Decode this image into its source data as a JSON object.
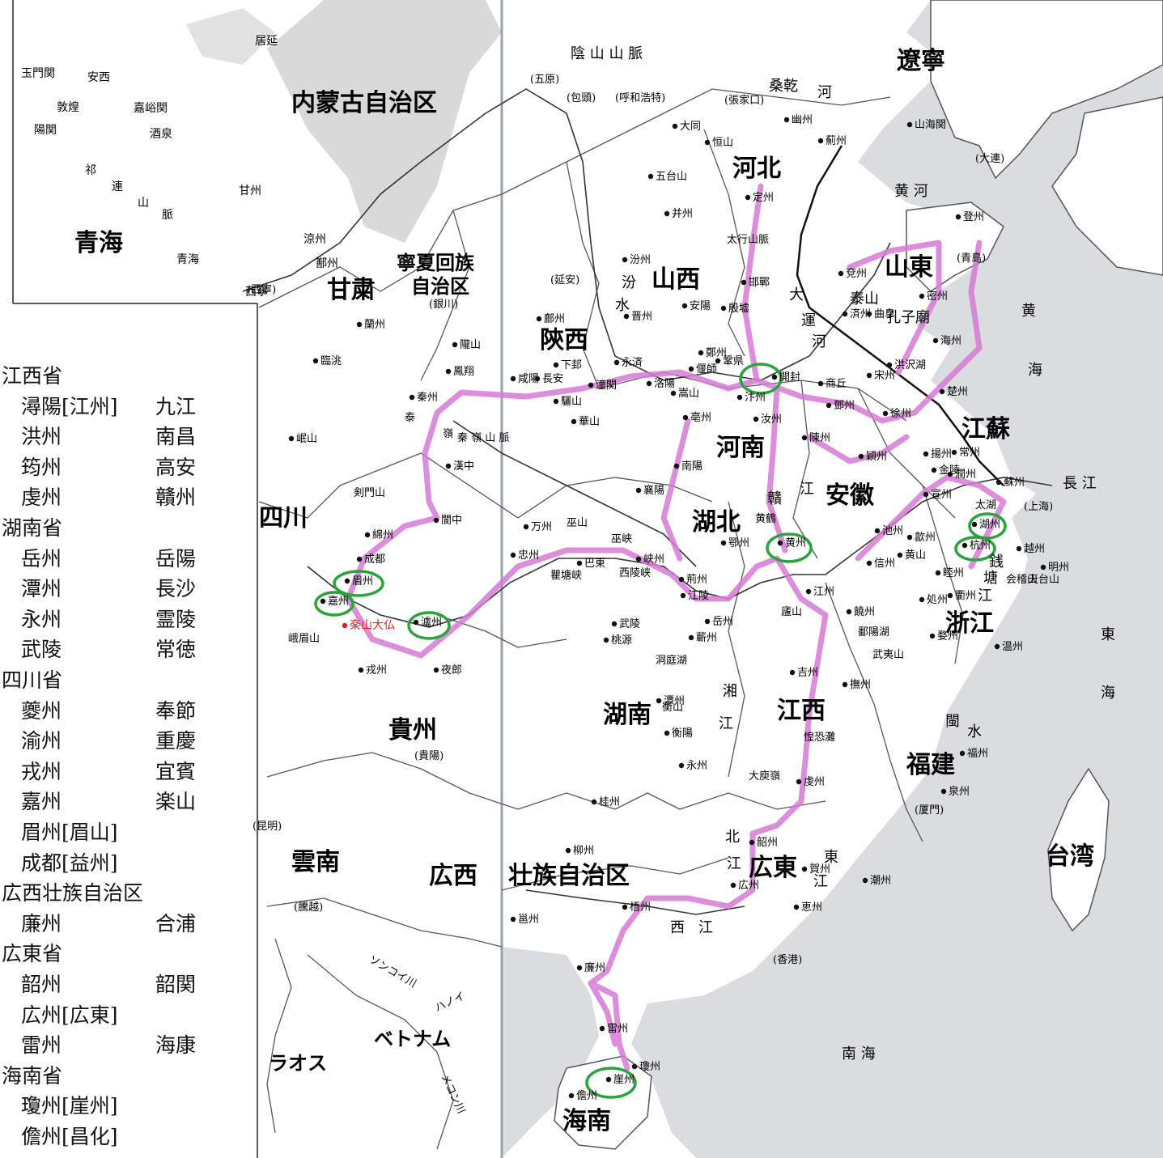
{
  "inset": {
    "labels": [
      "玉門関",
      "安西",
      "敦煌",
      "陽関",
      "嘉峪関",
      "酒泉",
      "居延",
      "祁",
      "連",
      "山",
      "脈",
      "青海",
      "甘州",
      "涼州",
      "鄯州",
      "青海",
      "西寧"
    ]
  },
  "provinces": [
    "内蒙古自治区",
    "遼寧",
    "河北",
    "山西",
    "山東",
    "甘粛",
    "寧夏回族",
    "自治区",
    "陝西",
    "河南",
    "江蘇",
    "安徽",
    "四川",
    "湖北",
    "浙江",
    "貴州",
    "湖南",
    "江西",
    "福建",
    "雲南",
    "広西",
    "壮族自治区",
    "広東",
    "台湾",
    "海南"
  ],
  "countries": [
    "ベトナム",
    "ラオス"
  ],
  "geo_labels": [
    "陰 山 山 脈",
    "黄 河",
    "太行山脈",
    "泰山",
    "孔子廟",
    "秦 嶺 山 脈",
    "巫山",
    "巫峡",
    "西陵峡",
    "瞿塘峡",
    "黄鶴",
    "廬山",
    "鄱陽湖",
    "武夷山",
    "洞庭湖",
    "衡山",
    "大庾嶺",
    "惶恐灘",
    "太湖",
    "長 江",
    "黄",
    "海",
    "東",
    "海",
    "南 海",
    "会稽山",
    "天台山",
    "峨眉山",
    "剣門山",
    "泰",
    "嶺",
    "大",
    "運",
    "河",
    "汾",
    "水",
    "桑乾",
    "河",
    "湘",
    "江",
    "贛",
    "江",
    "北",
    "江",
    "東",
    "江",
    "西",
    "江",
    "閩",
    "水",
    "銭",
    "塘",
    "江",
    "ソンコイ川",
    "ハノイ",
    "メコン川"
  ],
  "cities": [
    "(五原)",
    "(包頭)",
    "(呼和浩特)",
    "(張家口)",
    "幽州",
    "薊州",
    "山海関",
    "(大連)",
    "大同",
    "恒山",
    "五台山",
    "定州",
    "并州",
    "汾州",
    "晋州",
    "安陽",
    "殷墟",
    "邯鄲",
    "(延安)",
    "鄜州",
    "蘭州",
    "臨洮",
    "秦州",
    "鳳翔",
    "隴山",
    "咸陽",
    "長安",
    "下邽",
    "驪山",
    "華山",
    "潼関",
    "永済",
    "洛陽",
    "嵩山",
    "偃師",
    "鞏県",
    "鄭州",
    "汴州",
    "開封",
    "商丘",
    "亳州",
    "汝州",
    "陳州",
    "穎州",
    "鄧州",
    "宋州",
    "徐州",
    "洪沢湖",
    "楚州",
    "海州",
    "密州",
    "(青島)",
    "登州",
    "兗州",
    "済州",
    "曲阜",
    "(西寧)",
    "(銀川)",
    "漢中",
    "岷山",
    "綿州",
    "閬中",
    "成都",
    "眉州",
    "嘉州",
    "楽山大仏",
    "戎州",
    "瀘州",
    "夜郎",
    "(貴陽)",
    "万州",
    "忠州",
    "巴東",
    "峡州",
    "荊州",
    "江陵",
    "岳州",
    "鄂州",
    "黄州",
    "蘄州",
    "襄陽",
    "南陽",
    "武陵",
    "桃源",
    "潭州",
    "衡陽",
    "永州",
    "江州",
    "饒州",
    "信州",
    "撫州",
    "吉州",
    "虔州",
    "福州",
    "泉州",
    "(厦門)",
    "揚州",
    "常州",
    "金陵",
    "潤州",
    "蘇州",
    "湖州",
    "杭州",
    "越州",
    "明州",
    "宣州",
    "池州",
    "歙州",
    "睦州",
    "衢州",
    "婺州",
    "温州",
    "黄山",
    "処州",
    "(上海)",
    "(昆明)",
    "(騰越)",
    "柳州",
    "邕州",
    "桂州",
    "韶州",
    "広州",
    "潮州",
    "恵州",
    "(香港)",
    "梧州",
    "廉州",
    "雷州",
    "瓊州",
    "儋州",
    "崖州",
    "賀州"
  ],
  "legend": {
    "rows": [
      {
        "type": "head",
        "text": "江西省"
      },
      {
        "type": "pair",
        "old": "潯陽[江州]",
        "new": "九江"
      },
      {
        "type": "pair",
        "old": "洪州",
        "new": "南昌"
      },
      {
        "type": "pair",
        "old": "筠州",
        "new": "高安"
      },
      {
        "type": "pair",
        "old": "虔州",
        "new": "贛州"
      },
      {
        "type": "head",
        "text": "湖南省"
      },
      {
        "type": "pair",
        "old": "岳州",
        "new": "岳陽"
      },
      {
        "type": "pair",
        "old": "潭州",
        "new": "長沙"
      },
      {
        "type": "pair",
        "old": "永州",
        "new": "霊陵"
      },
      {
        "type": "pair",
        "old": "武陵",
        "new": "常徳"
      },
      {
        "type": "head",
        "text": "四川省"
      },
      {
        "type": "pair",
        "old": "夔州",
        "new": "奉節"
      },
      {
        "type": "pair",
        "old": "渝州",
        "new": "重慶"
      },
      {
        "type": "pair",
        "old": "戎州",
        "new": "宜賓"
      },
      {
        "type": "pair",
        "old": "嘉州",
        "new": "楽山"
      },
      {
        "type": "pair",
        "old": "眉州[眉山]",
        "new": ""
      },
      {
        "type": "pair",
        "old": "成都[益州]",
        "new": ""
      },
      {
        "type": "head",
        "text": "広西壮族自治区"
      },
      {
        "type": "pair",
        "old": "廉州",
        "new": "合浦"
      },
      {
        "type": "head",
        "text": "広東省"
      },
      {
        "type": "pair",
        "old": "韶州",
        "new": "韶関"
      },
      {
        "type": "pair",
        "old": "広州[広東]",
        "new": ""
      },
      {
        "type": "pair",
        "old": "雷州",
        "new": "海康"
      },
      {
        "type": "head",
        "text": "海南省"
      },
      {
        "type": "pair",
        "old": "瓊州[崖州]",
        "new": ""
      },
      {
        "type": "pair",
        "old": "儋州[昌化]",
        "new": ""
      }
    ]
  },
  "colors": {
    "route": "#d67ad6",
    "highlight": "#2aa33a",
    "sea": "#d9dde0",
    "desert": "#cfcfcf",
    "border": "#555555",
    "railway": "#111111",
    "accent_text": "#e02020"
  }
}
